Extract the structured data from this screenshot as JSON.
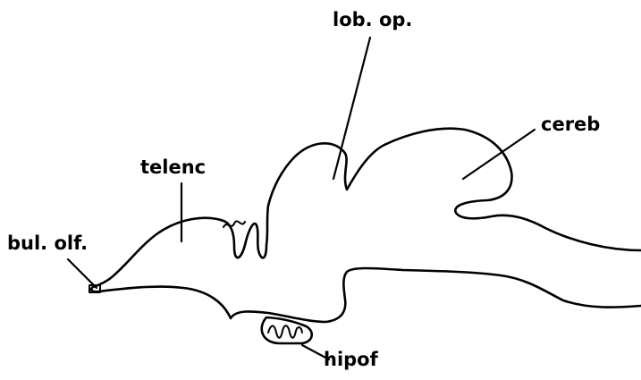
{
  "labels": {
    "lobo_optico": "lob. op.",
    "cerebelo": "cereb",
    "telencefalo": "telenc",
    "bulbo_olfatorio": "bul. olf.",
    "hipofisis": "hipof"
  },
  "colors": {
    "ink": "#000000",
    "paper": "#ffffff"
  }
}
